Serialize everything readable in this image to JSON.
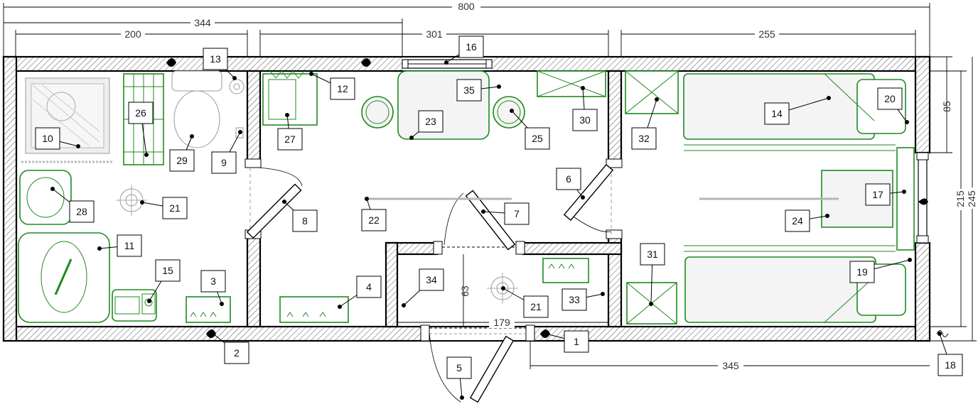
{
  "dimensions": [
    "800",
    "344",
    "200",
    "301",
    "255",
    "85",
    "215",
    "245",
    "63",
    "179",
    "345"
  ],
  "callouts": [
    "1",
    "2",
    "3",
    "4",
    "5",
    "6",
    "7",
    "8",
    "9",
    "10",
    "11",
    "12",
    "13",
    "14",
    "15",
    "16",
    "17",
    "18",
    "19",
    "20",
    "21",
    "21",
    "22",
    "23",
    "24",
    "25",
    "26",
    "27",
    "28",
    "29",
    "30",
    "31",
    "32",
    "33",
    "34",
    "35"
  ],
  "colors": {
    "wall_line": "#000000",
    "fixture_line": "#1f8a1f",
    "service_line": "#b5b5b5"
  }
}
